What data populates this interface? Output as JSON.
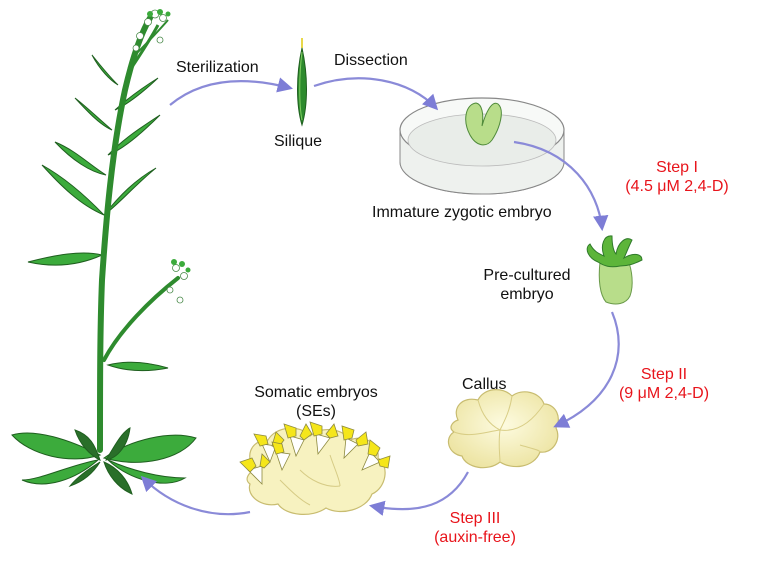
{
  "labels": {
    "sterilization": "Sterilization",
    "dissection": "Dissection",
    "silique": "Silique",
    "immature_embryo": "Immature zygotic embryo",
    "preculture_line1": "Pre-cultured",
    "preculture_line2": "embryo",
    "callus": "Callus",
    "somatic_line1": "Somatic embryos",
    "somatic_line2": "(SEs)"
  },
  "steps": [
    {
      "name": "Step I",
      "condition": "(4.5 μM 2,4-D)"
    },
    {
      "name": "Step II",
      "condition": "(9 μM 2,4-D)"
    },
    {
      "name": "Step III",
      "condition": "(auxin-free)"
    }
  ],
  "colors": {
    "arrow": "#8a8ad8",
    "step_text": "#e8141b",
    "stem": "#2e8b2e",
    "leaf": "#3cab3c",
    "leaf_dark": "#2a6f2a",
    "callus": "#f5f0b8",
    "embryo_light": "#b8dd8a",
    "somatic_tip": "#f5e61a"
  }
}
